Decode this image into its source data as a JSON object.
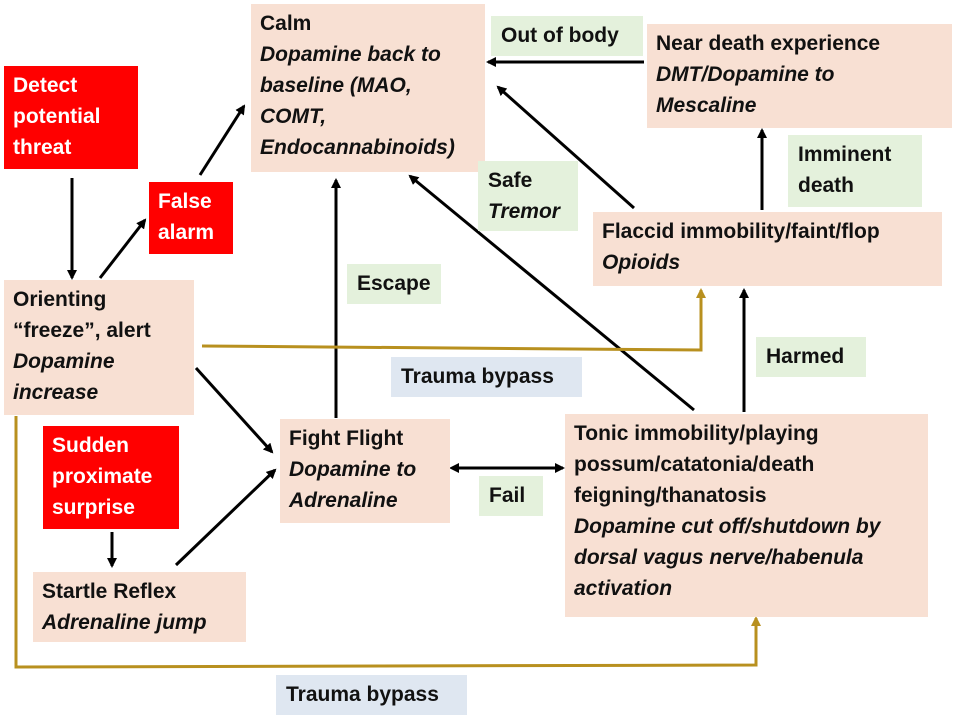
{
  "colors": {
    "state_box": "#f8e0d3",
    "alert_box": "#ff0000",
    "condition_label": "#e4f1dc",
    "bypass_label": "#dfe7f1",
    "arrow": "#000000",
    "bypass_line": "#b8901f"
  },
  "nodes": {
    "calm": {
      "title": "Calm",
      "lines": [
        "Dopamine back to",
        "baseline (MAO,",
        "COMT,",
        "Endocannabinoids)"
      ]
    },
    "near_death": {
      "title": "Near death experience",
      "lines": [
        "DMT/Dopamine to",
        "Mescaline"
      ]
    },
    "detect": {
      "lines": [
        "Detect",
        "potential",
        "threat"
      ]
    },
    "false_alarm": {
      "lines": [
        "False",
        "alarm"
      ]
    },
    "orienting": {
      "lines": [
        "Orienting",
        "“freeze”, alert"
      ],
      "italic": [
        "Dopamine",
        "increase"
      ]
    },
    "flaccid": {
      "title": "Flaccid immobility/faint/flop",
      "lines": [
        "Opioids"
      ]
    },
    "fight_flight": {
      "title": "Fight Flight",
      "lines": [
        "Dopamine to",
        "Adrenaline"
      ]
    },
    "tonic": {
      "lines": [
        "Tonic immobility/playing",
        "possum/catatonia/death",
        "feigning/thanatosis"
      ],
      "italic": [
        "Dopamine cut off/shutdown by",
        "dorsal vagus nerve/habenula",
        "activation"
      ]
    },
    "sudden": {
      "lines": [
        "Sudden",
        "proximate",
        "surprise"
      ]
    },
    "startle": {
      "title": "Startle Reflex",
      "lines": [
        "Adrenaline jump"
      ]
    }
  },
  "labels": {
    "out_of_body": "Out of body",
    "imminent_death": [
      "Imminent",
      "death"
    ],
    "safe": "Safe",
    "tremor": "Tremor",
    "escape": "Escape",
    "harmed": "Harmed",
    "fail": "Fail",
    "trauma_bypass_1": "Trauma bypass",
    "trauma_bypass_2": "Trauma bypass"
  }
}
